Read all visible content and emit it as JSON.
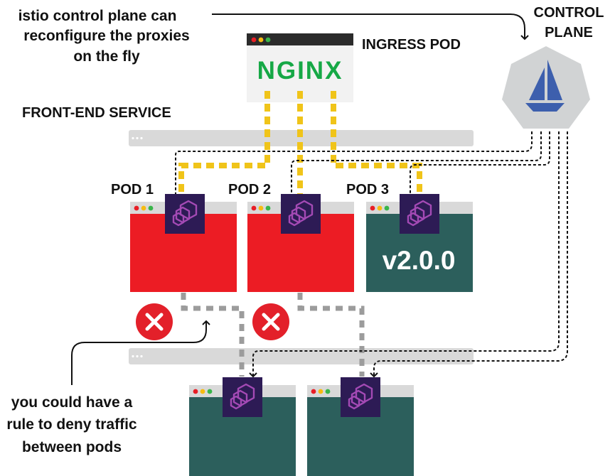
{
  "annotations": {
    "top": [
      "istio control plane can",
      "reconfigure the proxies",
      "on the fly"
    ],
    "bottom": [
      "you could have a",
      "rule to deny traffic",
      "between pods"
    ]
  },
  "control_plane": {
    "label": [
      "CONTROL",
      "PLANE"
    ],
    "icon": "istio-sail-icon",
    "color": "#3d5fad"
  },
  "ingress": {
    "label": "INGRESS POD",
    "logo_text": "NGINX"
  },
  "frontend_service": {
    "label": "FRONT-END SERVICE"
  },
  "pods": [
    {
      "label": "POD 1",
      "color": "#ec1c24",
      "blocked": true
    },
    {
      "label": "POD 2",
      "color": "#ec1c24",
      "blocked": true
    },
    {
      "label": "POD 3",
      "color": "#2c5f5c",
      "version": "v2.0.0"
    }
  ],
  "backend_pods": [
    {
      "color": "#2c5f5c"
    },
    {
      "color": "#2c5f5c"
    }
  ],
  "colors": {
    "ingress_traffic": "#f0c419",
    "pod_traffic": "#9c9c9c",
    "control_links": "#111111",
    "proxy": "#2d1b55",
    "proxy_hex": "#a44ab5",
    "deny_badge": "#e3202a",
    "nginx_green": "#16a846",
    "service_bar": "#d9d9d9"
  },
  "icons": [
    "envoy-proxy-icon",
    "deny-x-icon",
    "window-dots-icon"
  ]
}
